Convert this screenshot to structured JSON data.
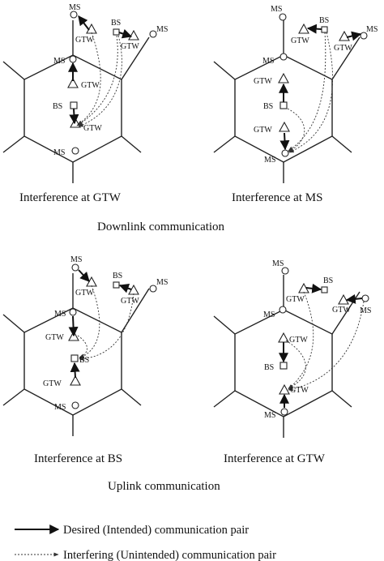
{
  "labels": {
    "ms": "MS",
    "bs": "BS",
    "gtw": "GTW"
  },
  "panels": {
    "dl_gtw": "Interference at GTW",
    "dl_ms": "Interference at MS",
    "ul_bs": "Interference at BS",
    "ul_gtw": "Interference at GTW"
  },
  "sections": {
    "downlink": "Downlink communication",
    "uplink": "Uplink communication"
  },
  "legend": {
    "desired": "Desired (Intended) communication pair",
    "interfering": "Interfering (Unintended) communication pair"
  }
}
